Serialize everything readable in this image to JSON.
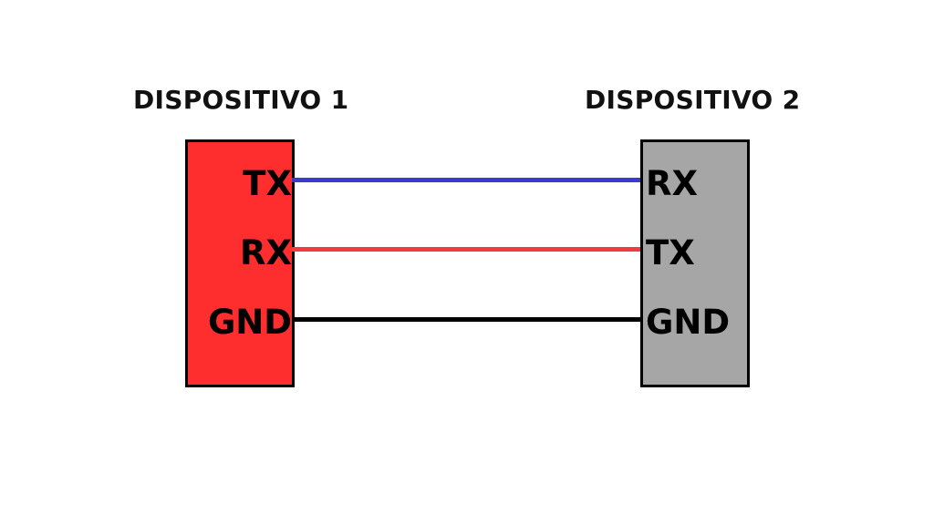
{
  "devices": [
    {
      "title": "DISPOSITIVO 1",
      "color": "#FF2E2E",
      "pins": [
        "TX",
        "RX",
        "GND"
      ]
    },
    {
      "title": "DISPOSITIVO 2",
      "color": "#A6A6A6",
      "pins": [
        "RX",
        "TX",
        "GND"
      ]
    }
  ],
  "connections": [
    {
      "from": "TX",
      "to": "RX",
      "color": "#3A3AD4"
    },
    {
      "from": "RX",
      "to": "TX",
      "color": "#F03C3C"
    },
    {
      "from": "GND",
      "to": "GND",
      "color": "#000000"
    }
  ]
}
